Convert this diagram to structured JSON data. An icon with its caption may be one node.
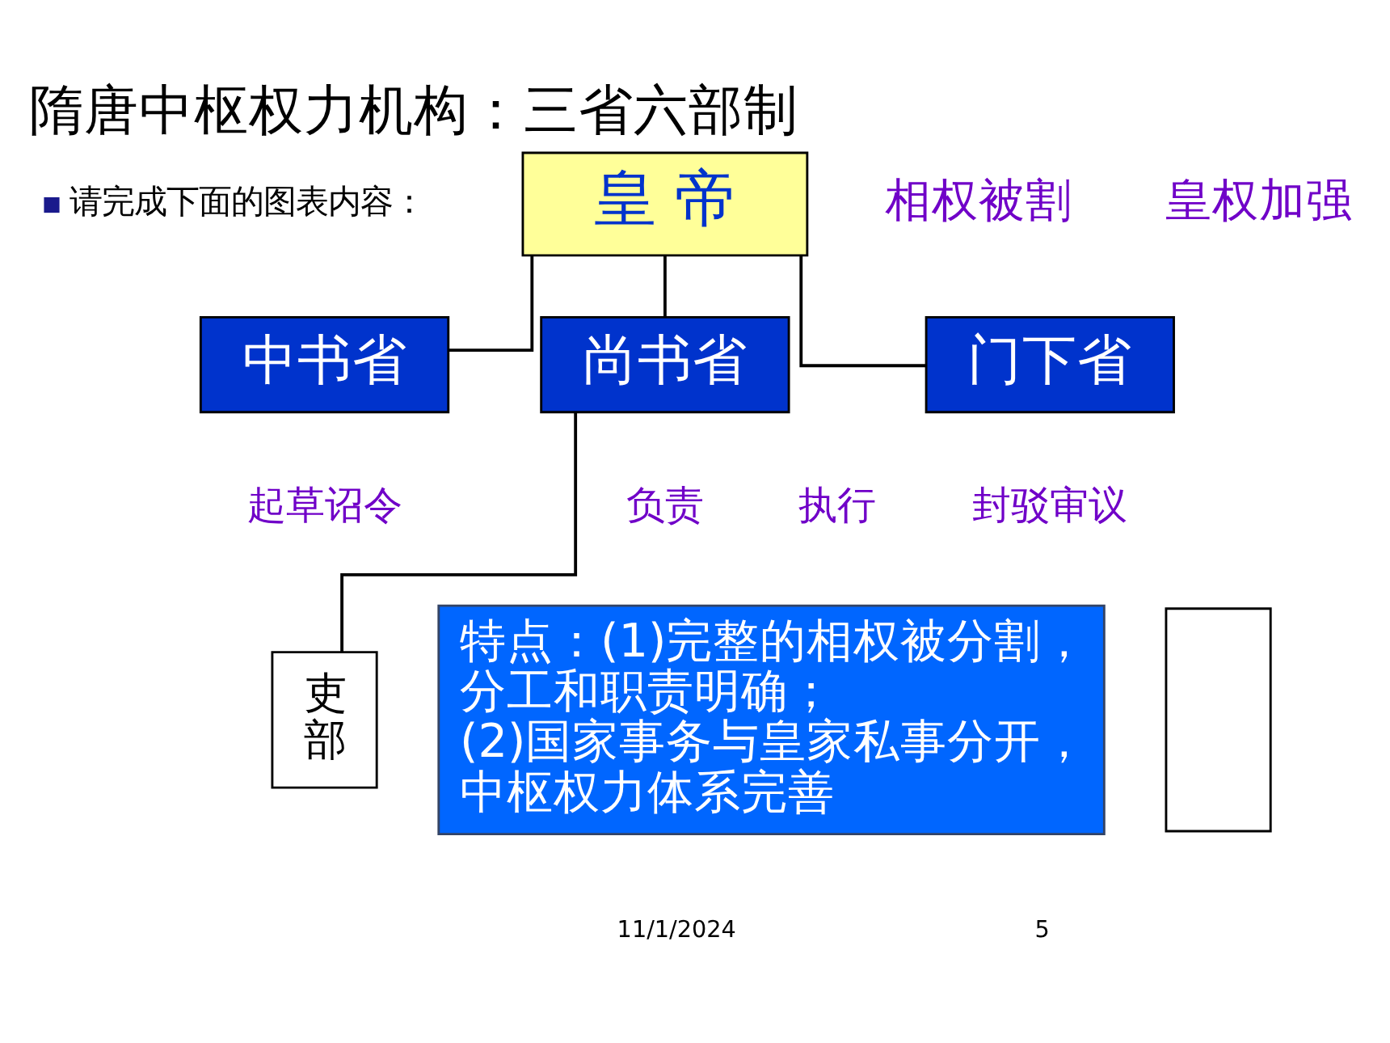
{
  "diagram": {
    "title": "隋唐中枢权力机构：三省六部制",
    "nodes": [
      {
        "text": [
          "皇 帝"
        ]
      },
      {
        "text": [
          "中书省"
        ],
        "beside": [
          "起草诏令"
        ]
      },
      {
        "text": [
          "尚书省"
        ],
        "beside": [
          "负责",
          "执行"
        ]
      },
      {
        "text": [
          "门下省"
        ],
        "beside": [
          "封驳审议"
        ]
      },
      {
        "text": [
          "特点：(1)完整的相权被分割，分工和职责明确；",
          "(2)国家事务与皇家私事分开，中枢权力体系完善"
        ]
      },
      {
        "text": [
          "吏部"
        ]
      },
      {
        "text": [],
        "shape": "box"
      }
    ],
    "edges": [
      {
        "from": 0,
        "to": 1,
        "arrow": "none"
      },
      {
        "from": 0,
        "to": 2,
        "arrow": "none"
      },
      {
        "from": 0,
        "to": 3,
        "arrow": "none"
      },
      {
        "from": 2,
        "to": 5,
        "arrow": "none"
      }
    ],
    "labels": [
      "请完成下面的图表内容：",
      "相权被割",
      "皇权加强",
      "11/1/2024",
      "5"
    ]
  }
}
